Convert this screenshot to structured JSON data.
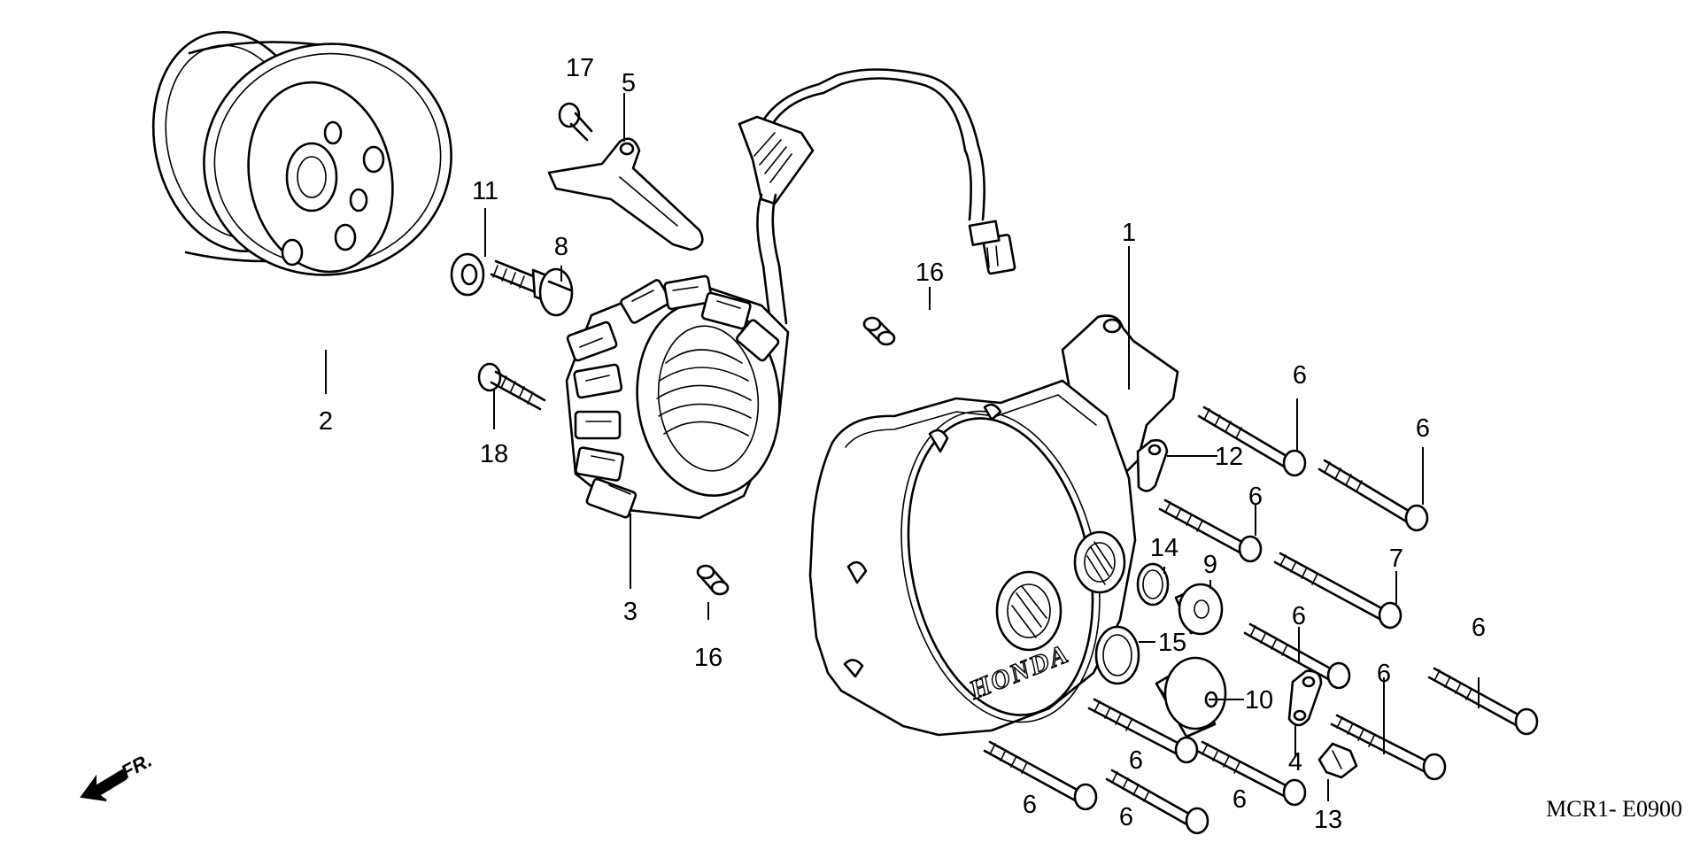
{
  "diagram": {
    "code": "MCR1- E0900",
    "direction": "FR.",
    "brand_mark": "HONDA",
    "callouts": [
      "1",
      "2",
      "3",
      "4",
      "5",
      "6",
      "7",
      "8",
      "9",
      "10",
      "11",
      "12",
      "13",
      "14",
      "15",
      "16",
      "17",
      "18"
    ],
    "icons": {
      "direction_arrow": "arrow-front-icon"
    }
  }
}
